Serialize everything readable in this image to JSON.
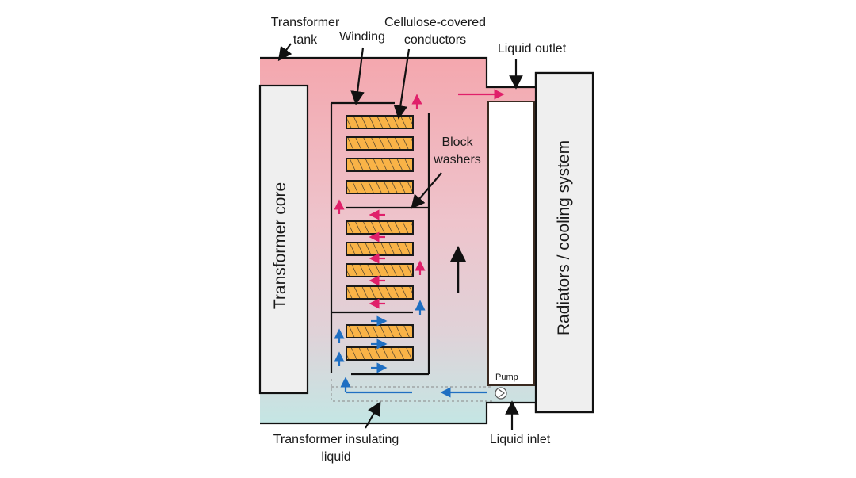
{
  "labels": {
    "transformer_tank_line1": "Transformer",
    "transformer_tank_line2": "tank",
    "winding": "Winding",
    "cellulose_line1": "Cellulose-covered",
    "cellulose_line2": "conductors",
    "liquid_outlet": "Liquid outlet",
    "block_washers_line1": "Block",
    "block_washers_line2": "washers",
    "transformer_core": "Transformer core",
    "radiators": "Radiators / cooling system",
    "pump": "Pump",
    "insulating_liquid_line1": "Transformer insulating",
    "insulating_liquid_line2": "liquid",
    "liquid_inlet": "Liquid inlet"
  },
  "colors": {
    "hot_liquid": "#f4a9b0",
    "cold_liquid": "#c6e6e6",
    "conductor_fill": "#f9b347",
    "hot_arrow": "#e0206a",
    "cold_arrow": "#1f6fc2",
    "panel_fill": "#efefef",
    "outline": "#111111",
    "column_edge": "#3a2a20"
  },
  "flow": {
    "conductor_count": 10,
    "hot_flow_icon": "hot-flow-arrow-icon",
    "cold_flow_icon": "cold-flow-arrow-icon",
    "pump_icon": "pump-icon"
  }
}
